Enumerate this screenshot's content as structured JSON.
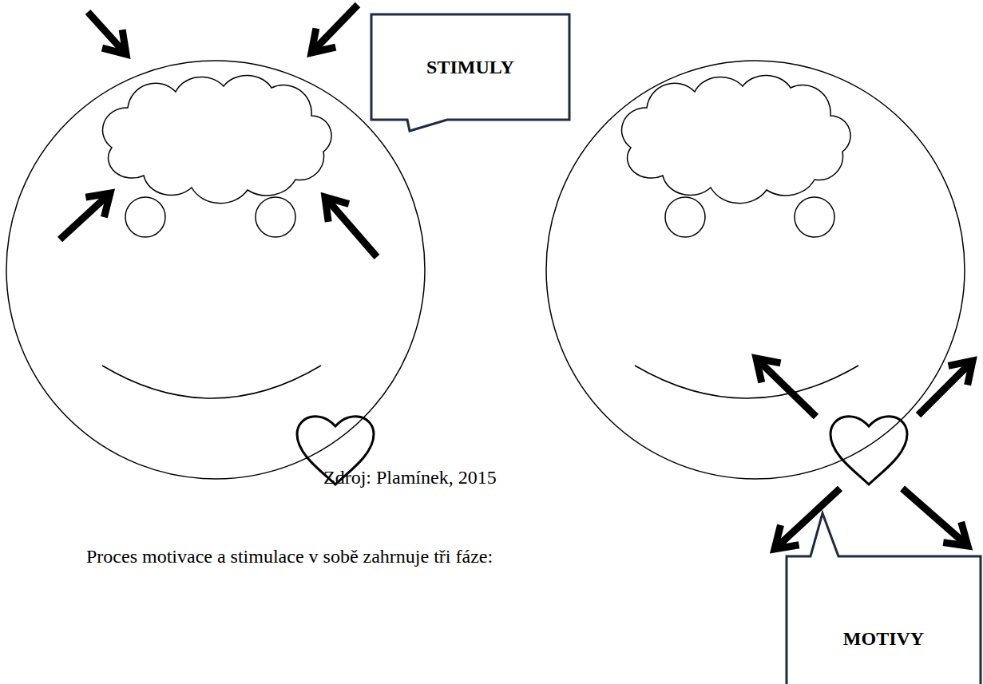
{
  "diagram": {
    "nodes": [
      {
        "text": [
          "STIMULY"
        ]
      },
      {
        "text": [
          "MOTIVY"
        ]
      }
    ],
    "labels": [
      "Zdroj: Plamínek, 2015",
      "Proces motivace a stimulace v sobě zahrnuje tři fáze:"
    ]
  }
}
